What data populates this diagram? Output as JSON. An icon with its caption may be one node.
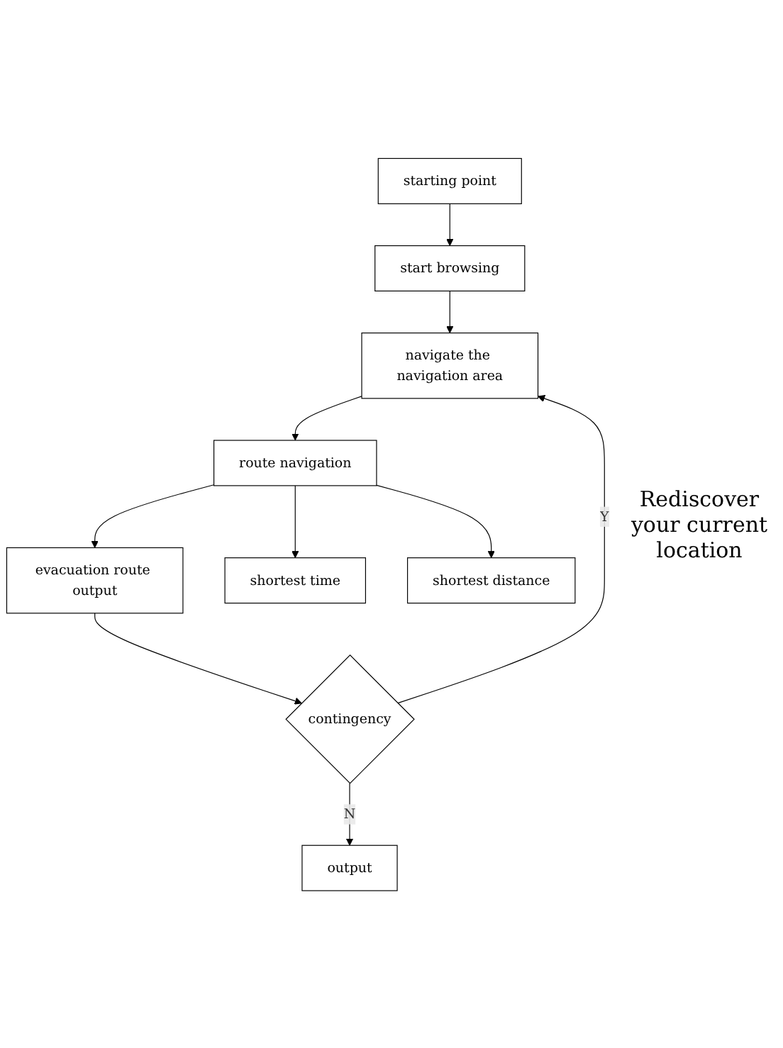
{
  "diagram": {
    "nodes": [
      {
        "text": [
          "starting point"
        ]
      },
      {
        "text": [
          "start browsing"
        ]
      },
      {
        "text": [
          "navigate the navigation area"
        ]
      },
      {
        "text": [
          "route navigation"
        ]
      },
      {
        "text": [
          "evacuation route output"
        ]
      },
      {
        "text": [
          "contingency"
        ]
      },
      {
        "text": [
          "output"
        ]
      },
      {
        "text": [
          "shortest time"
        ]
      },
      {
        "text": [
          "shortest distance"
        ]
      }
    ],
    "edges": [
      {
        "from": 0,
        "to": 1,
        "arrow": "to"
      },
      {
        "from": 1,
        "to": 2,
        "arrow": "to"
      },
      {
        "from": 2,
        "to": 3,
        "arrow": "to"
      },
      {
        "from": 3,
        "to": 4,
        "arrow": "to"
      },
      {
        "from": 4,
        "to": 5,
        "arrow": "to"
      },
      {
        "from": 5,
        "to": 6,
        "label": "N",
        "arrow": "to"
      },
      {
        "from": 5,
        "to": 2,
        "label": "Y",
        "arrow": "to"
      },
      {
        "from": 3,
        "to": 7,
        "arrow": "to"
      },
      {
        "from": 3,
        "to": 8,
        "arrow": "to"
      }
    ],
    "labels": [
      "Rediscover your current location"
    ]
  }
}
